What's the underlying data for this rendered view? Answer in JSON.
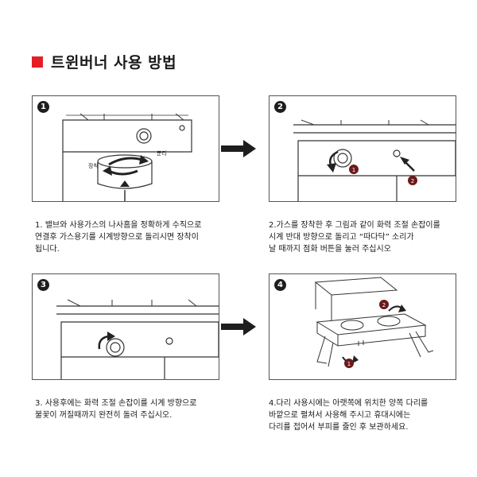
{
  "title": "트윈버너 사용 방법",
  "accent_color": "#e51e25",
  "steps": [
    {
      "number": "1",
      "labels": {
        "left": "장착",
        "right": "분리"
      },
      "caption": [
        "1. 밸브와 사용가스의 나사홈을 정확하게 수직으로",
        "연결후 가스용기를 시계방향으로 돌리시면 장착이",
        "됩니다."
      ]
    },
    {
      "number": "2",
      "markers": [
        "1",
        "2"
      ],
      "caption": [
        "2.가스를 장착한 후 그림과 같이 화력 조절 손잡이를",
        "시계 반대 방향으로 돌리고 “따다닥” 소리가",
        "날 때까지 점화 버튼을  눌러 주십시오"
      ]
    },
    {
      "number": "3",
      "caption": [
        "3. 사용후에는 화력 조절 손잡이를 시계 방향으로",
        "불꽃이 꺼질때까지 완전히 돌려 주십시오."
      ]
    },
    {
      "number": "4",
      "markers": [
        "1",
        "2"
      ],
      "caption": [
        "4.다리 사용시에는 아랫쪽에 위치한 양쪽 다리를",
        "바깥으로 펼쳐서 사용해 주시고 휴대시에는",
        "다리를 접어서 부피를 줄인 후 보관하세요."
      ]
    }
  ],
  "arrow_icon": "right-arrow-icon"
}
